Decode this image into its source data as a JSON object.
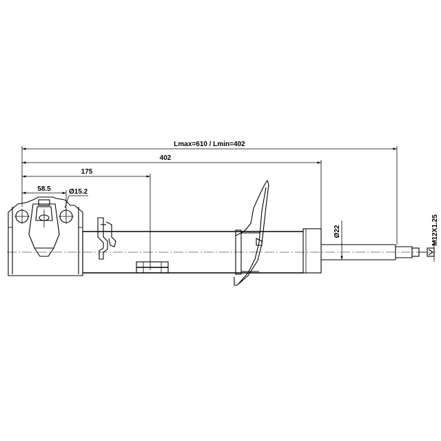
{
  "drawing": {
    "dimensions": {
      "overall_length": "Lmax=610 / Lmin=402",
      "body_length": "402",
      "bracket_to_mark": "175",
      "bolt_spacing": "58.5",
      "bolt_hole_diameter": "Ø15.2",
      "rod_diameter": "Ø22",
      "thread": "M12X1.25"
    }
  }
}
